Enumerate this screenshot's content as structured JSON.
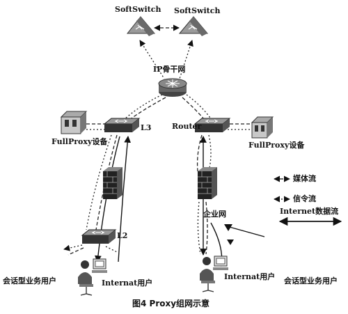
{
  "labels": {
    "softswitch_left": "SoftSwitch",
    "softswitch_right": "SoftSwitch",
    "ip_backbone": "IP骨干网",
    "l3": "L3",
    "router": "Router",
    "fullproxy_left": "FullProxy设备",
    "fullproxy_right": "FullProxy设备",
    "l2": "L2",
    "enterprise_net": "企业网",
    "internet_user_left": "Internat用户",
    "internet_user_right": "Internat用户",
    "session_user_left": "会话型业务用户",
    "session_user_right": "会话型业务用户"
  },
  "legend": {
    "media_flow": "媒体流",
    "signaling_flow": "信令流",
    "internet_data_flow": "Internet数据流"
  },
  "caption": "图4   Proxy组网示意"
}
